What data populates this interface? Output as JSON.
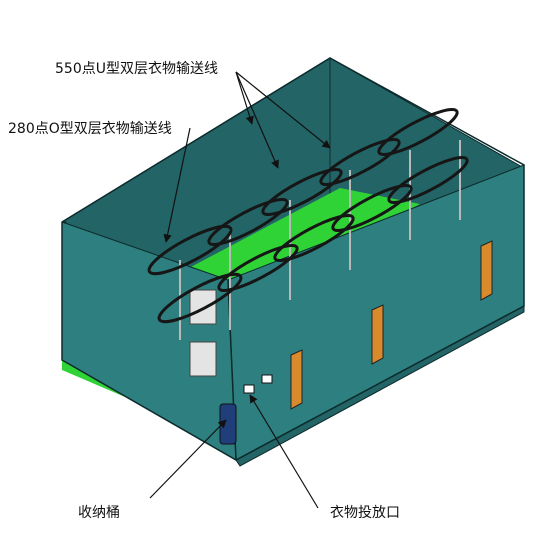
{
  "labels": {
    "u_line": "550点U型双层衣物输送线",
    "o_line": "280点O型双层衣物输送线",
    "storage_bin": "收纳桶",
    "drop_port": "衣物投放口"
  },
  "colors": {
    "wall": "#2e7f80",
    "wall_dark": "#236466",
    "wall_edge": "#0c2b2c",
    "floor_orange": "#b8601f",
    "floor_green": "#2fd336",
    "door": "#d98a2c",
    "rail": "#161616",
    "frame": "#b9b9b9",
    "cabinet": "#e4e4e4",
    "bin": "#1f3e7a"
  }
}
